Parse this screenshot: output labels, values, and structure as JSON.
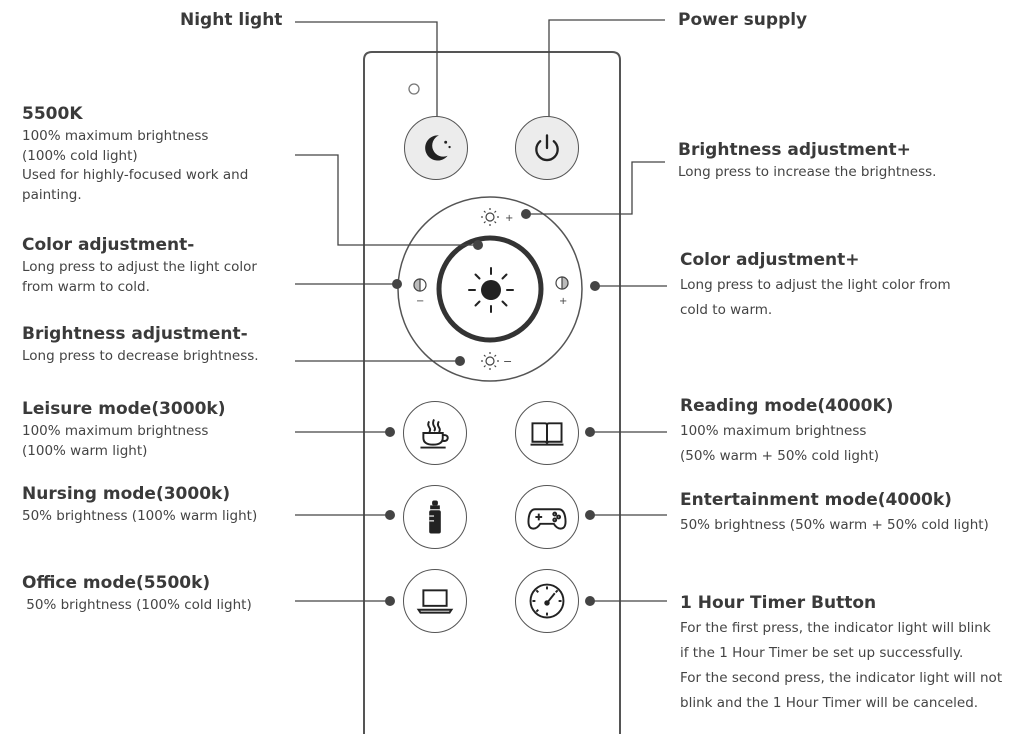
{
  "labels": {
    "night_light": {
      "title": "Night light"
    },
    "power_supply": {
      "title": "Power supply"
    },
    "k5500": {
      "title": "5500K",
      "lines": [
        "100% maximum brightness",
        "(100% cold light)",
        "Used for highly-focused work and",
        "painting."
      ]
    },
    "brightness_plus": {
      "title": "Brightness adjustment+",
      "lines": [
        "Long press to increase the brightness."
      ]
    },
    "color_minus": {
      "title": "Color adjustment-",
      "lines": [
        "Long press to adjust the light color",
        "from warm to cold."
      ]
    },
    "color_plus": {
      "title": "Color adjustment+",
      "lines": [
        "Long press to adjust the light color from",
        "cold to warm."
      ]
    },
    "brightness_minus": {
      "title": "Brightness adjustment-",
      "lines": [
        "Long press to decrease brightness."
      ]
    },
    "leisure": {
      "title": "Leisure mode(3000k)",
      "lines": [
        "100% maximum brightness",
        "(100% warm light)"
      ]
    },
    "reading": {
      "title": "Reading mode(4000K)",
      "lines": [
        "100% maximum brightness",
        "(50% warm + 50% cold light)"
      ]
    },
    "nursing": {
      "title": "Nursing mode(3000k)",
      "lines": [
        "50% brightness (100% warm light)"
      ]
    },
    "entertainment": {
      "title": "Entertainment mode(4000k)",
      "lines": [
        "50% brightness (50% warm + 50% cold light)"
      ]
    },
    "office": {
      "title": "Office mode(5500k)",
      "lines": [
        " 50% brightness (100% cold light)"
      ]
    },
    "timer": {
      "title": "1 Hour Timer Button",
      "lines": [
        "For the first press, the indicator light will blink",
        "if the 1 Hour Timer be set up successfully.",
        "For the second press, the indicator light will not",
        "blink and the 1 Hour Timer will be canceled."
      ]
    }
  },
  "remote_marks": {
    "brightness_plus_sign": "+",
    "brightness_minus_sign": "−",
    "color_minus_sign": "−",
    "color_plus_sign": "+"
  },
  "colors": {
    "line": "#444444",
    "remote_border": "#555555",
    "button_fill": "#ececec"
  }
}
